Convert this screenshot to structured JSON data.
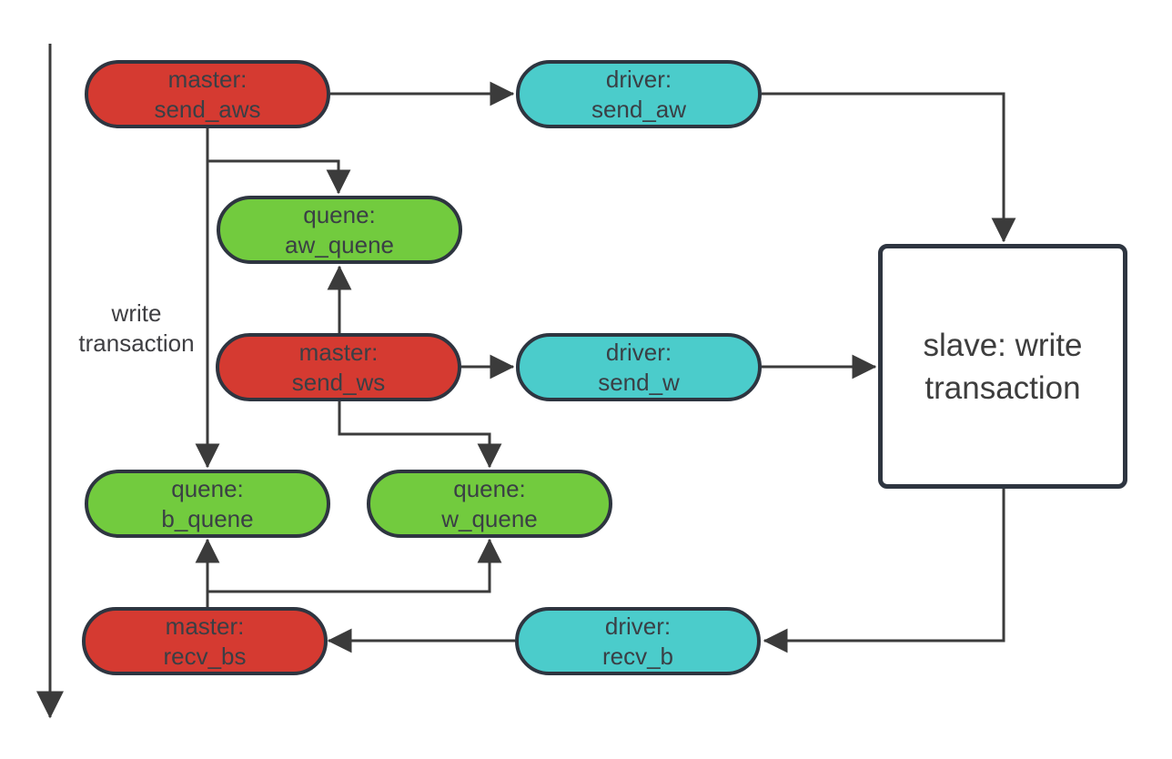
{
  "colors": {
    "red": "#d53a31",
    "cyan": "#4bcccb",
    "green": "#72cb3e",
    "border": "#2e3540",
    "line": "#3b3b3b",
    "text": "#3a3f45",
    "slave_text": "#3d3d3d",
    "label": "#3e3e42",
    "bg": "#ffffff"
  },
  "flow_label": {
    "line1": "write",
    "line2": "transaction"
  },
  "nodes": {
    "send_aws": {
      "line1": "master:",
      "line2": "send_aws"
    },
    "send_aw": {
      "line1": "driver:",
      "line2": "send_aw"
    },
    "aw_quene": {
      "line1": "quene:",
      "line2": "aw_quene"
    },
    "send_ws": {
      "line1": "master:",
      "line2": "send_ws"
    },
    "send_w": {
      "line1": "driver:",
      "line2": "send_w"
    },
    "b_quene": {
      "line1": "quene:",
      "line2": "b_quene"
    },
    "w_quene": {
      "line1": "quene:",
      "line2": "w_quene"
    },
    "recv_bs": {
      "line1": "master:",
      "line2": "recv_bs"
    },
    "recv_b": {
      "line1": "driver:",
      "line2": "recv_b"
    },
    "slave": {
      "label": "slave: write transaction"
    }
  }
}
